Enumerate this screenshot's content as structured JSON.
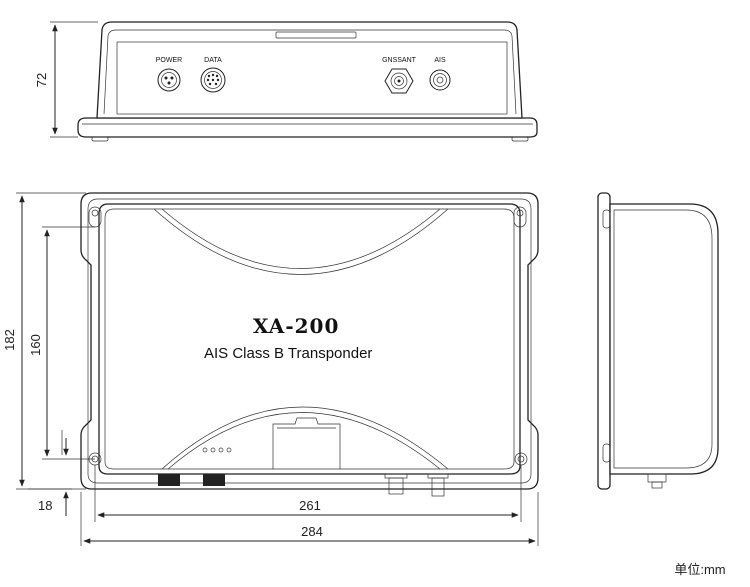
{
  "front_view": {
    "connectors": {
      "power": "POWER",
      "data": "DATA",
      "gnss": "GNSSANT",
      "ais": "AIS"
    },
    "dim_height": "72"
  },
  "top_view": {
    "model": "XA-200",
    "subtitle": "AIS Class B Transponder",
    "dim_outer_height": "182",
    "dim_inner_height": "160",
    "dim_offset": "18",
    "dim_inner_width": "261",
    "dim_outer_width": "284"
  },
  "unit_label": "单位:mm"
}
